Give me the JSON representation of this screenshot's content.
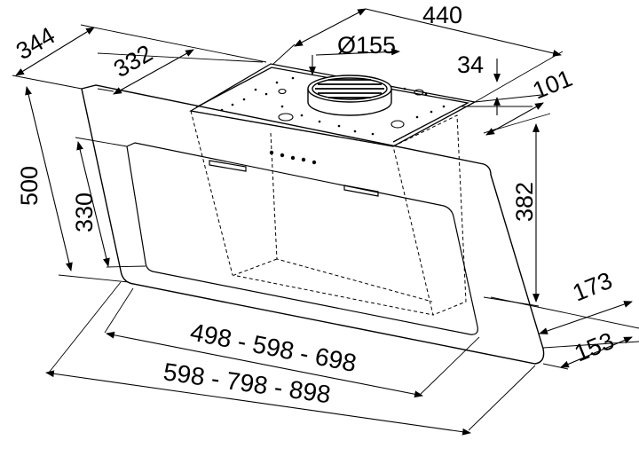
{
  "dimensions": {
    "depth_total": "344",
    "depth_top": "332",
    "width_chimney": "440",
    "duct_diameter": "Ø155",
    "duct_offset": "34",
    "chimney_depth": "101",
    "height_total": "500",
    "glass_height": "330",
    "chimney_height": "382",
    "bottom_depth": "173",
    "glass_depth": "153",
    "widths_inner": "498 - 598 - 698",
    "widths_outer": "598 - 798 - 898"
  }
}
